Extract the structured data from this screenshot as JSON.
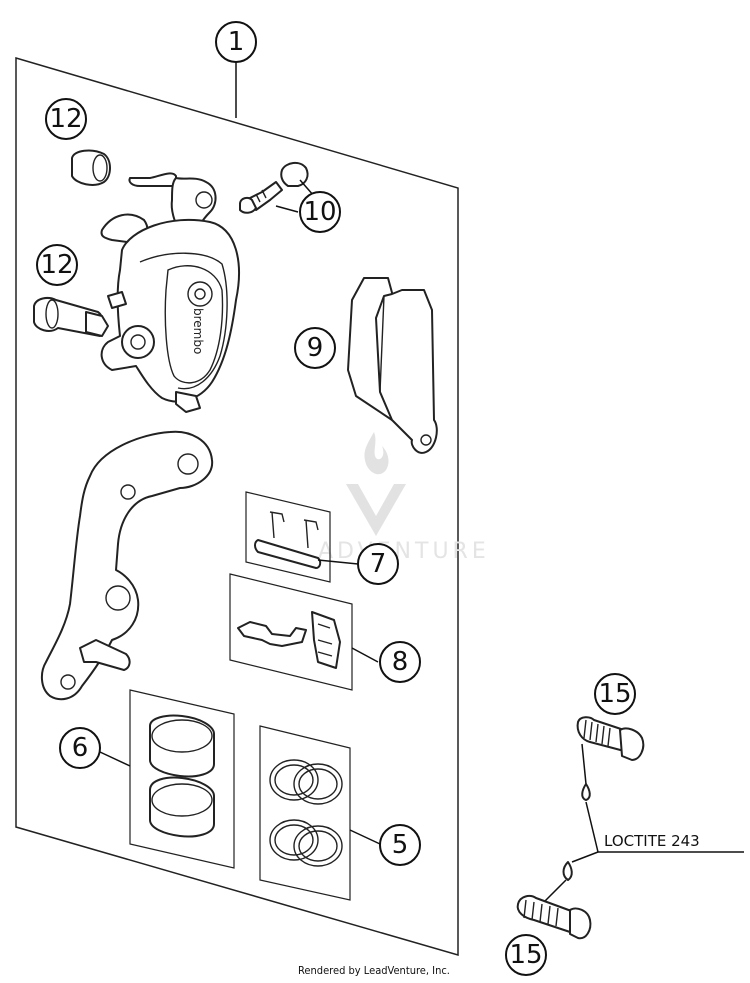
{
  "callouts": {
    "c1": "1",
    "c5": "5",
    "c6": "6",
    "c7": "7",
    "c8": "8",
    "c9": "9",
    "c10": "10",
    "c12_top": "12",
    "c12_mid": "12",
    "c15_top": "15",
    "c15_bottom": "15"
  },
  "label_loctite": "LOCTITE 243",
  "caliper_brand": "brembo",
  "watermark_text": "ADVENTURE",
  "footer": "Rendered by LeadVenture, Inc."
}
